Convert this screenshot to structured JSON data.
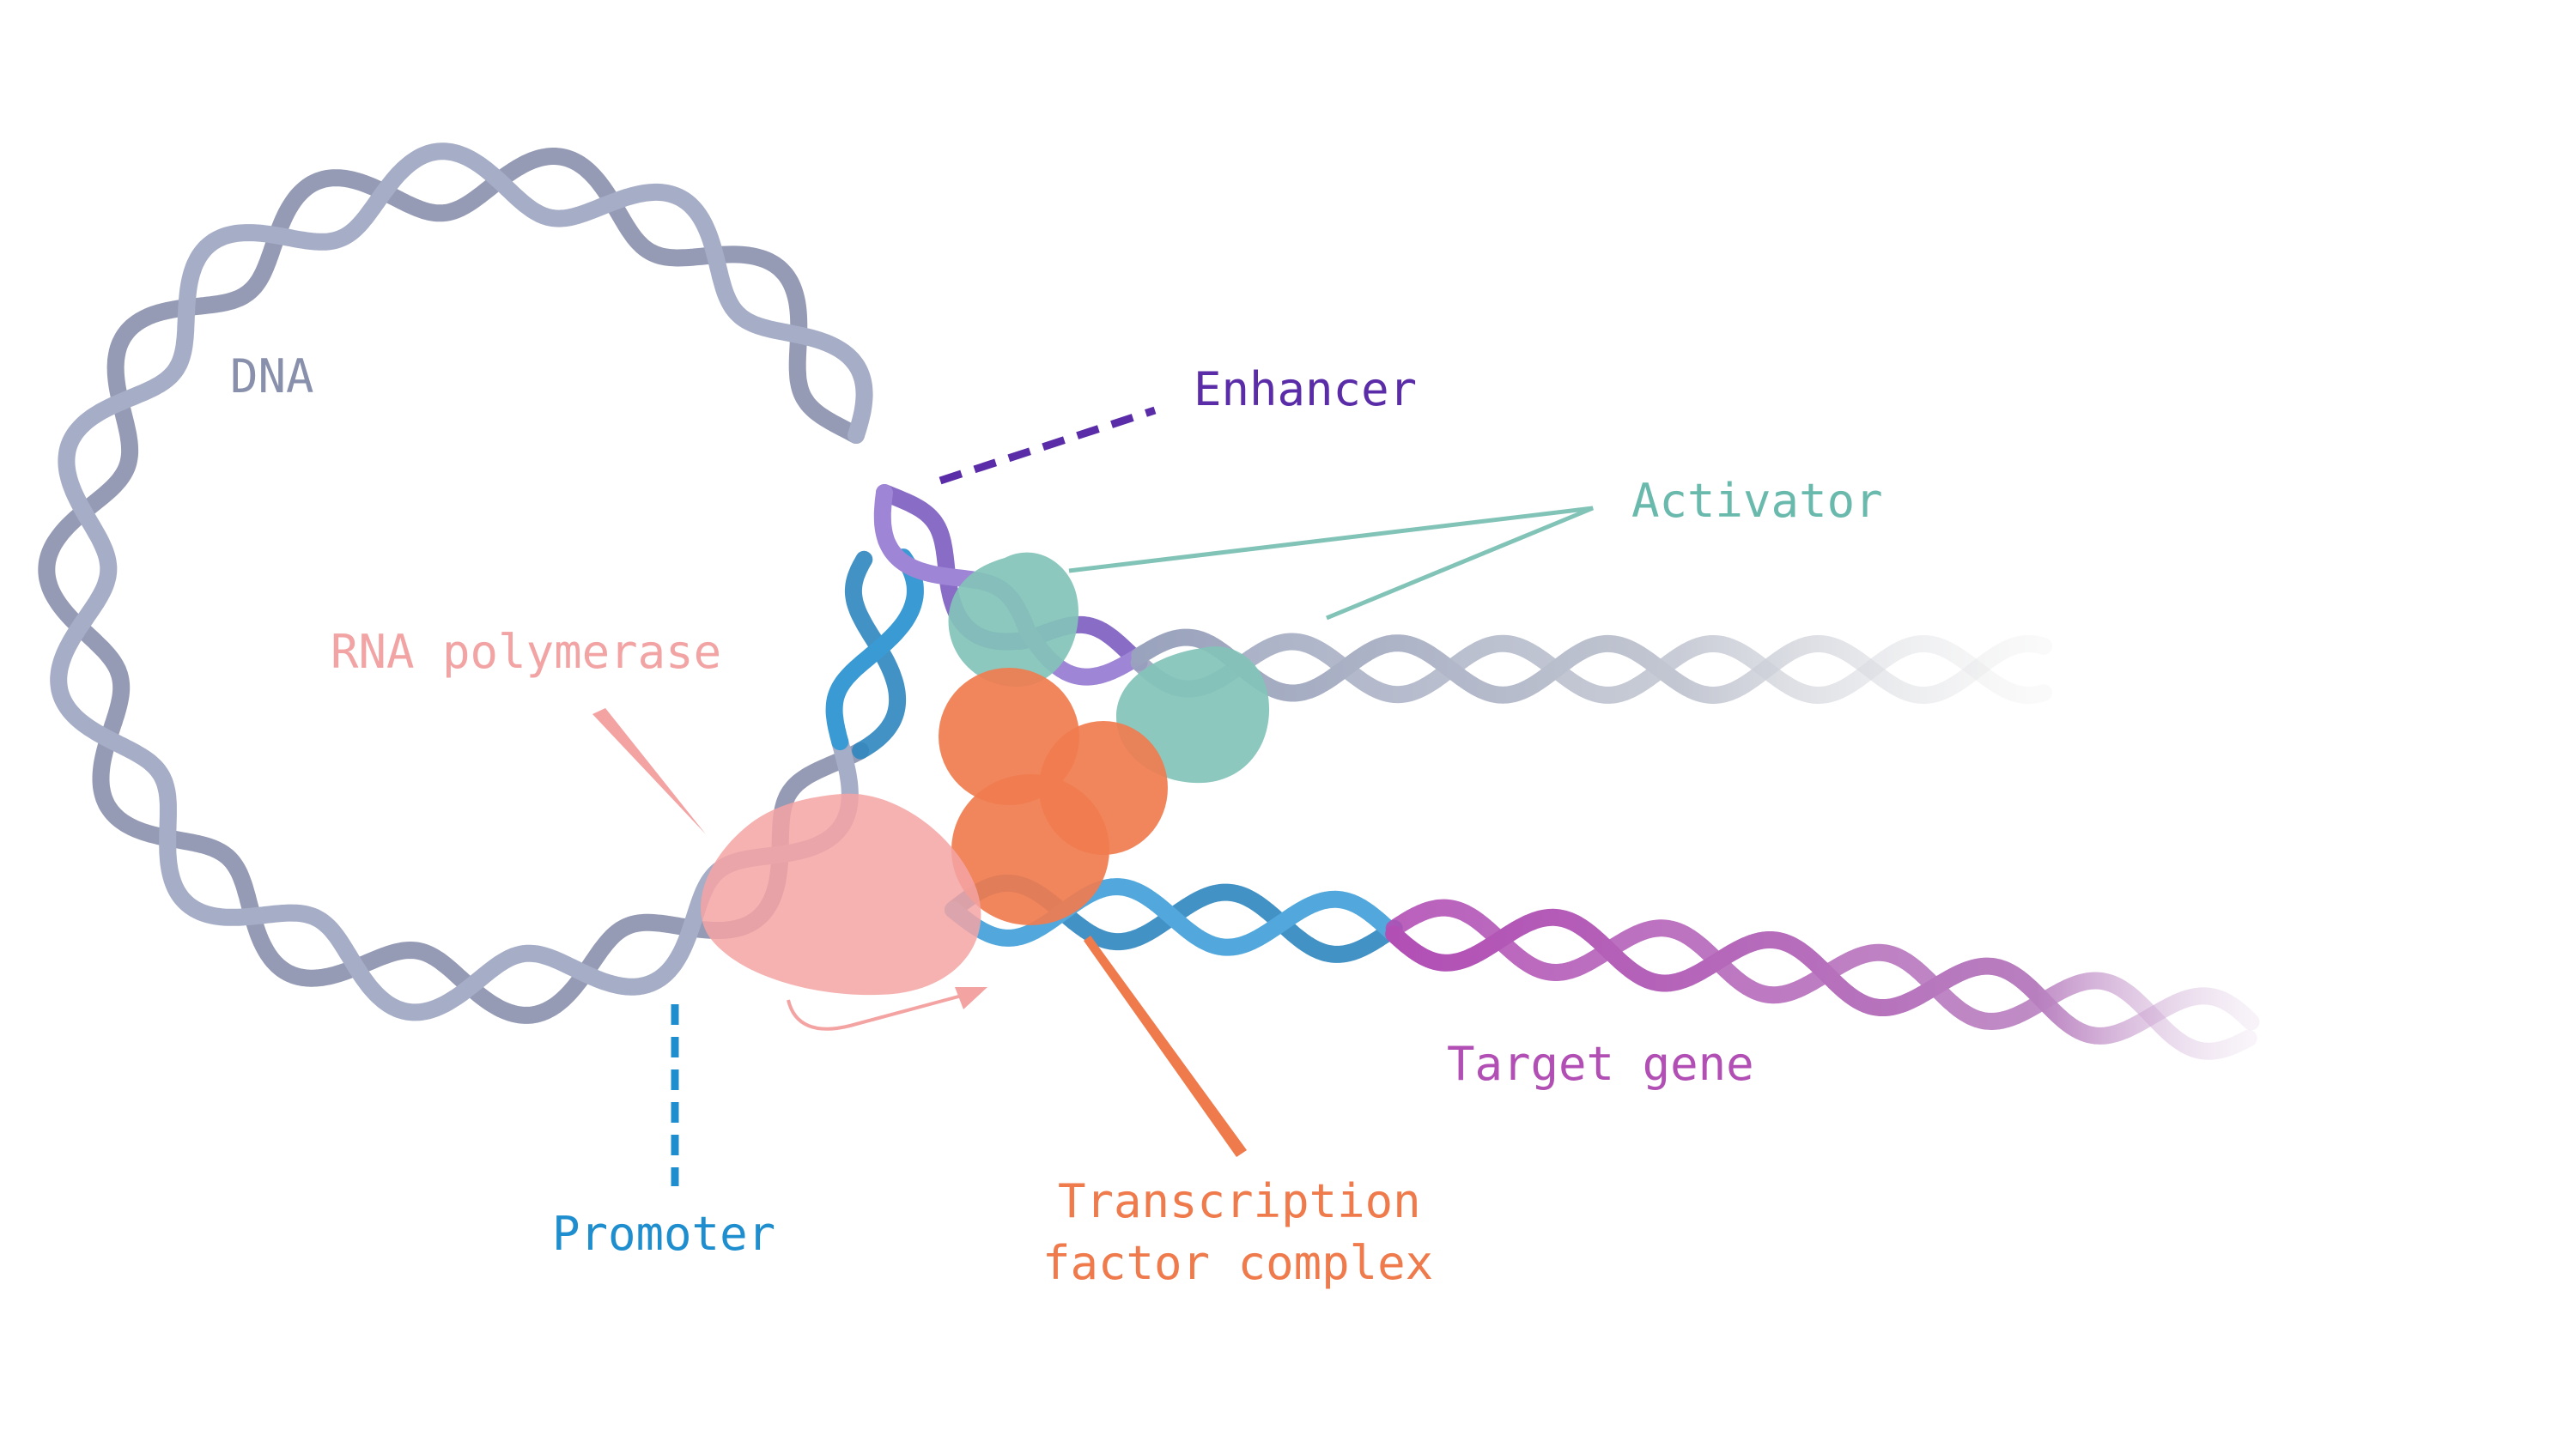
{
  "labels": {
    "dna": "DNA",
    "enhancer": "Enhancer",
    "activator": "Activator",
    "rna_polymerase": "RNA polymerase",
    "promoter": "Promoter",
    "target_gene": "Target gene",
    "tf_complex_line1": "Transcription",
    "tf_complex_line2": "factor complex"
  },
  "colors": {
    "dna": "#9aa3bd",
    "dna_dark": "#8990ac",
    "enhancer": "#7b5cc0",
    "enhancer_label": "#5a2ca8",
    "activator": "#82c3b8",
    "activator_label": "#6ab9ad",
    "rna_polymerase": "#f4a3a3",
    "rna_polymerase_label": "#f2a3a3",
    "promoter": "#3a9ad3",
    "promoter_label": "#1f8ecf",
    "target_gene": "#b24fb5",
    "target_gene_label": "#b24fb5",
    "tf_complex": "#f07c4f",
    "tf_complex_label": "#ef7a4c"
  }
}
